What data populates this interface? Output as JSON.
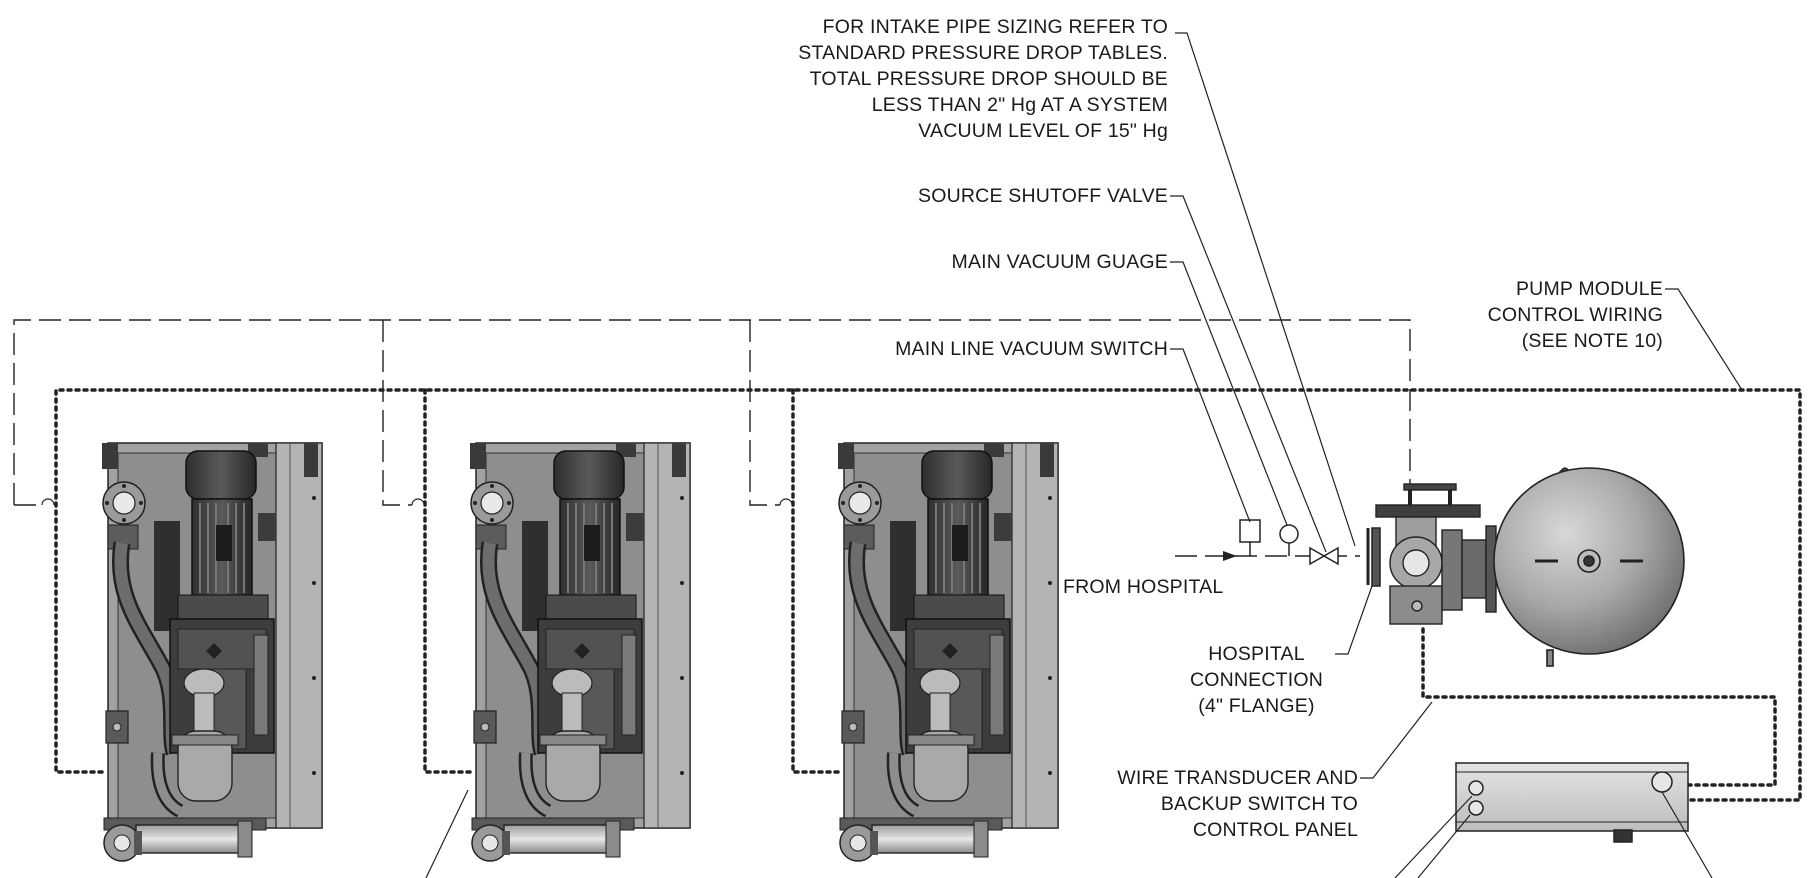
{
  "labels": {
    "intake_note": "FOR INTAKE PIPE SIZING REFER TO\nSTANDARD PRESSURE DROP TABLES.\nTOTAL PRESSURE DROP SHOULD BE\nLESS THAN 2\" Hg AT A SYSTEM\nVACUUM LEVEL OF 15\" Hg",
    "shutoff_valve": "SOURCE SHUTOFF VALVE",
    "vacuum_gauge": "MAIN VACUUM GUAGE",
    "vacuum_switch": "MAIN LINE VACUUM SWITCH",
    "control_wiring": "PUMP MODULE\nCONTROL WIRING\n(SEE NOTE 10)",
    "from_hospital": "FROM HOSPITAL",
    "hospital_connection": "HOSPITAL\nCONNECTION\n(4\" FLANGE)",
    "transducer_note": "WIRE TRANSDUCER AND\nBACKUP SWITCH TO\nCONTROL PANEL"
  },
  "pump_modules": [
    {
      "id": "pump-module-1"
    },
    {
      "id": "pump-module-2"
    },
    {
      "id": "pump-module-3"
    }
  ],
  "colors": {
    "line": "#222222",
    "metal_dark": "#3a3a3a",
    "metal_mid": "#7d7d7d",
    "metal_light": "#b8b8b8",
    "frame": "#9a9a9a"
  }
}
